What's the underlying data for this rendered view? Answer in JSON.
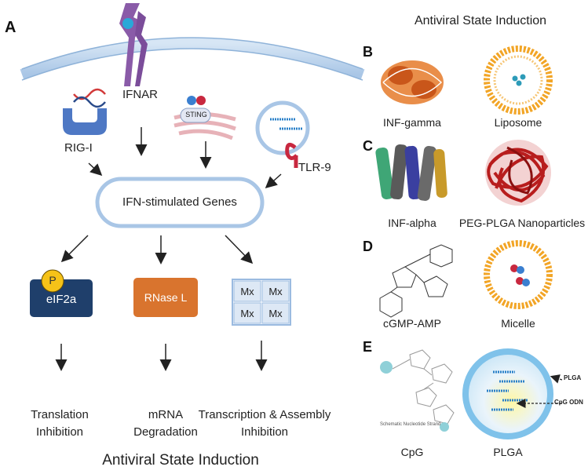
{
  "panel_a": {
    "letter": "A",
    "receptors": {
      "ifnar": "IFNAR",
      "rig_i": "RIG-I",
      "sting": "STING",
      "tlr9": "TLR-9"
    },
    "hub": "IFN-stimulated Genes",
    "effectors": {
      "eif2a": "eIF2a",
      "phospho": "P",
      "rnase": "RNase L",
      "mx": [
        "Mx",
        "Mx",
        "Mx",
        "Mx"
      ]
    },
    "outcomes": {
      "translation": [
        "Translation",
        "Inhibition"
      ],
      "mrna": [
        "mRNA",
        "Degradation"
      ],
      "transcription": [
        "Transcription & Assembly",
        "Inhibition"
      ]
    },
    "footer_title": "Antiviral State Induction"
  },
  "right": {
    "header": "Antiviral State Induction",
    "rows": [
      {
        "letter": "B",
        "left_label": "INF-gamma",
        "right_label": "Liposome"
      },
      {
        "letter": "C",
        "left_label": "INF-alpha",
        "right_label": "PEG-PLGA Nanoparticles"
      },
      {
        "letter": "D",
        "left_label": "cGMP-AMP",
        "right_label": "Micelle"
      },
      {
        "letter": "E",
        "left_label": "CpG",
        "right_label": "PLGA"
      }
    ],
    "plga_annotations": {
      "plga": "PLGA",
      "cpg_odn": "CpG ODN"
    },
    "cpg_caption": "Schematic Nucleotide Strand"
  },
  "colors": {
    "membrane": "#bcd3ea",
    "receptor": "#8a5ba8",
    "eif2a": "#1f3f6b",
    "phospho": "#f5c218",
    "rnase": "#d9742e",
    "mx_fill": "#dde8f5",
    "mx_border": "#9bbbe0",
    "liposome": "#f2a526",
    "ribbon": "#b81d1d",
    "plga_shell": "#7fc2ea"
  }
}
